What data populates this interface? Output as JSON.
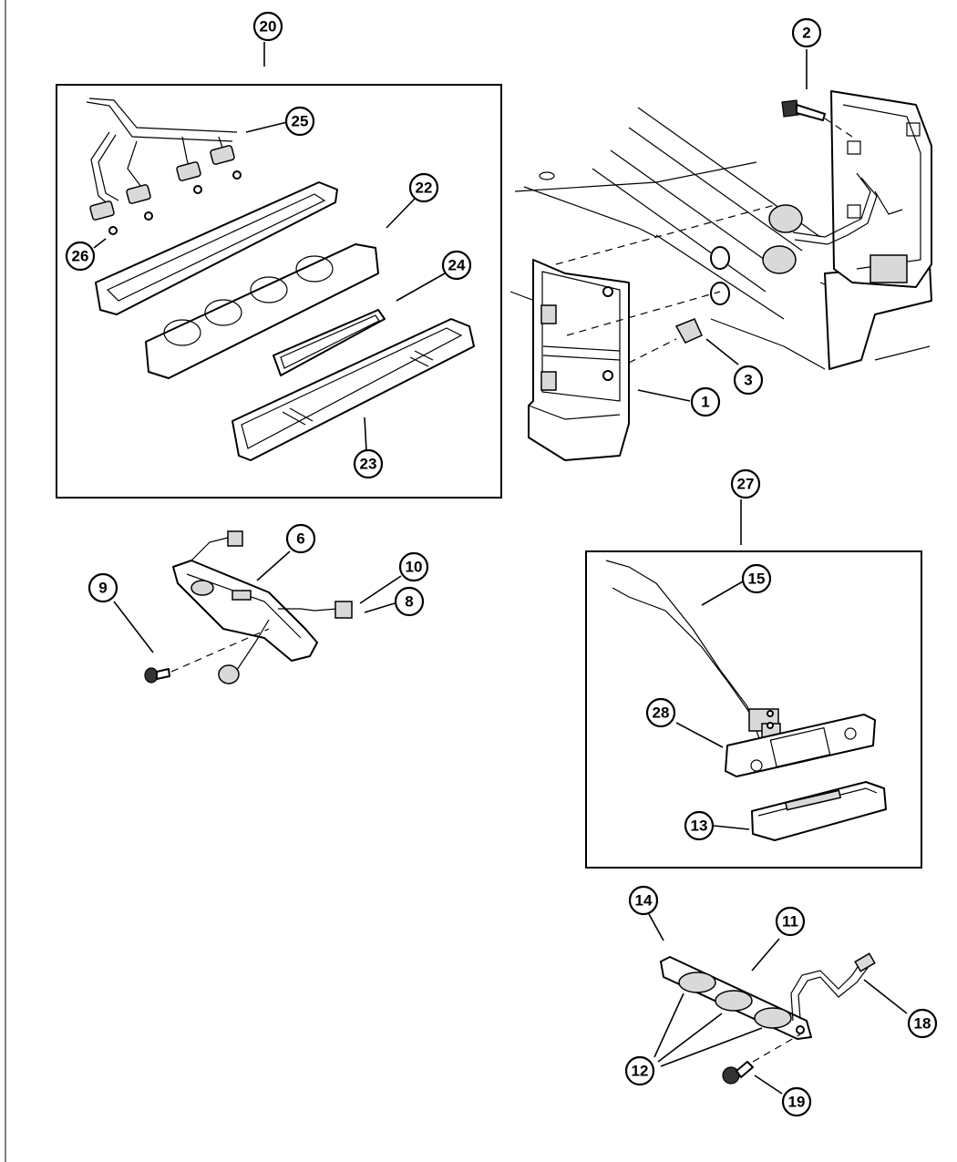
{
  "callouts": {
    "c1": "1",
    "c2": "2",
    "c3": "3",
    "c6": "6",
    "c8": "8",
    "c9": "9",
    "c10": "10",
    "c11": "11",
    "c12": "12",
    "c13": "13",
    "c14": "14",
    "c15": "15",
    "c18": "18",
    "c19": "19",
    "c20": "20",
    "c22": "22",
    "c23": "23",
    "c24": "24",
    "c25": "25",
    "c26": "26",
    "c27": "27",
    "c28": "28"
  }
}
